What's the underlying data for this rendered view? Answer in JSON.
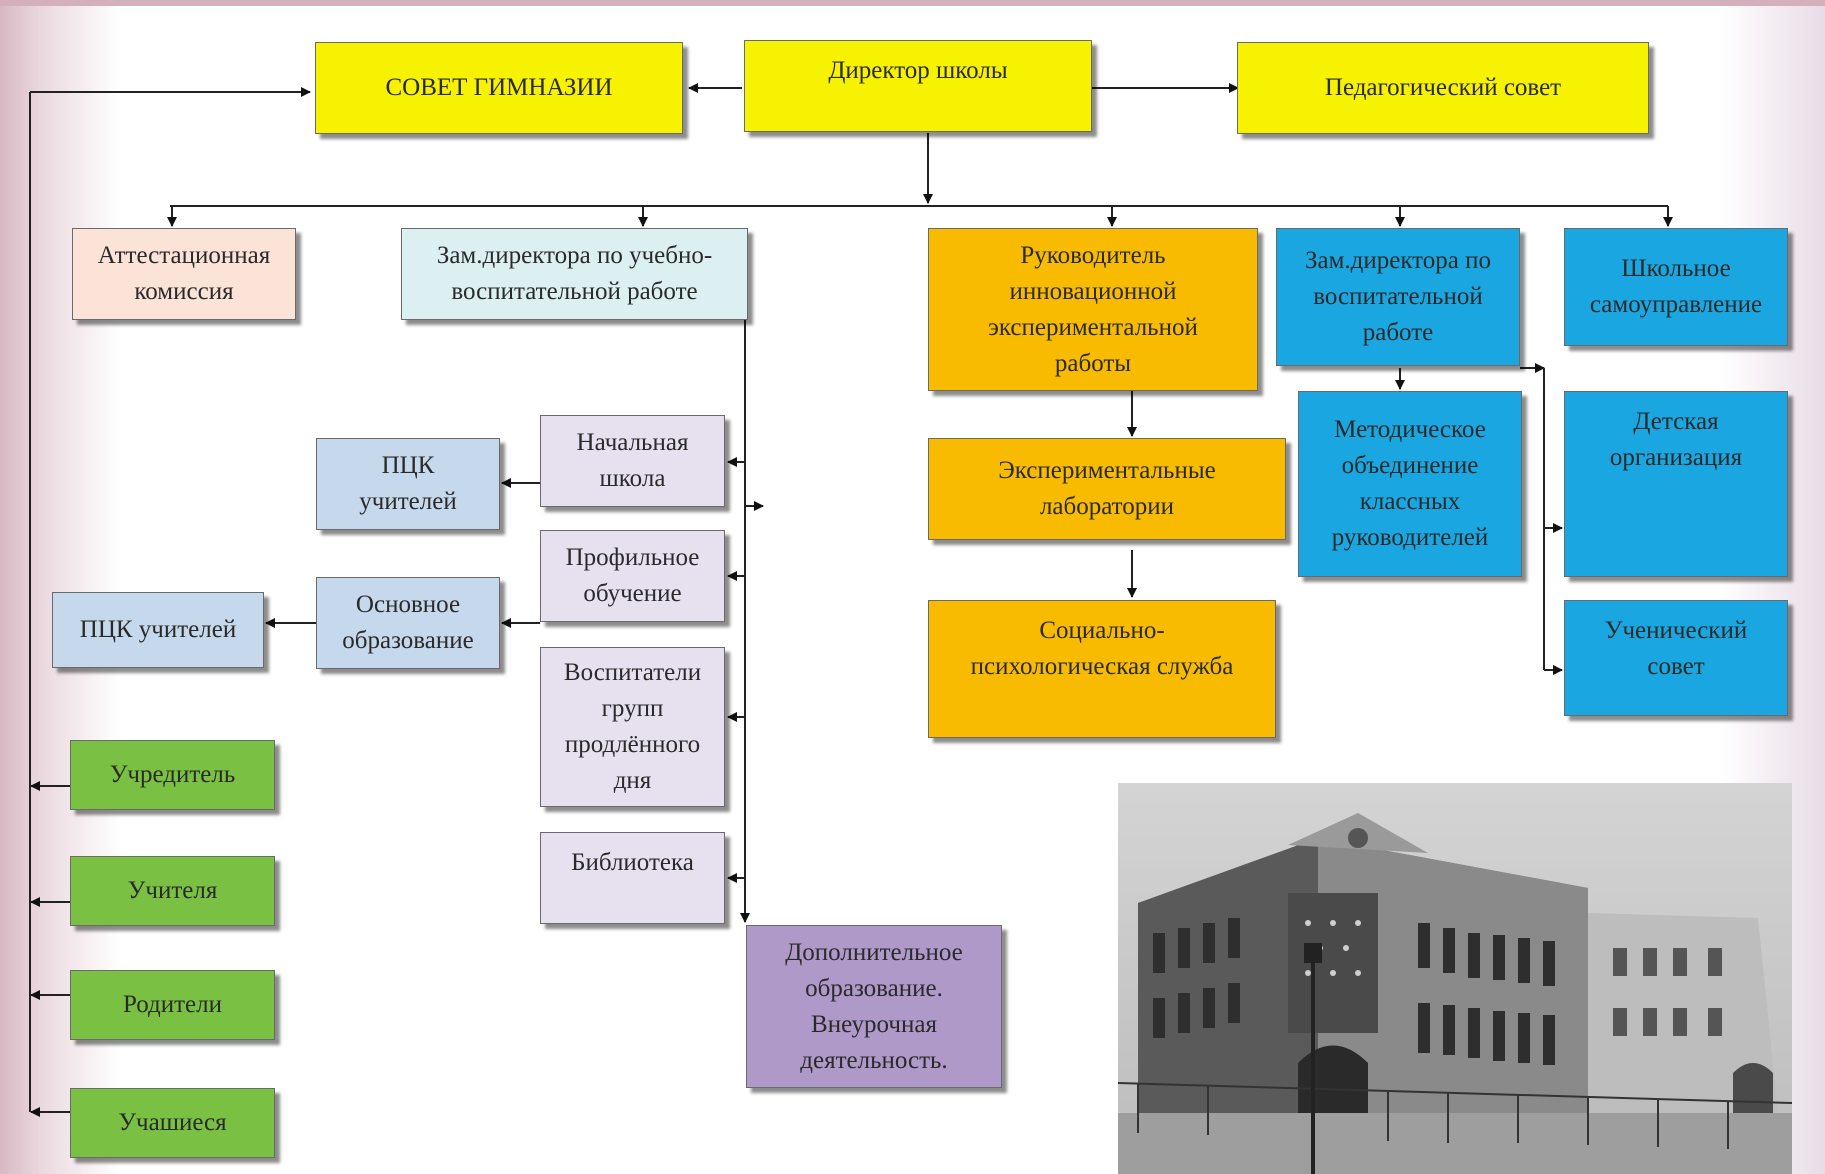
{
  "diagram": {
    "nodes": {
      "sovet_gimnazii": "СОВЕТ ГИМНАЗИИ",
      "direktor": "Директор школы",
      "ped_sovet": "Педагогический совет",
      "attest": "Аттестационная\nкомиссия",
      "zam_uvr": "Зам.директора по учебно-\nвоспитательной работе",
      "ruk_innov": "Руководитель\nинновационной\nэкспериментальной\nработы",
      "zam_vr": "Зам.директора по\nвоспитательной\nработе",
      "samoupr": "Школьное\nсамоуправление",
      "nach_shkola": "Начальная\nшкола",
      "pck1": "ПЦК\nучителей",
      "profil": "Профильное\nобучение",
      "osnovnoe": "Основное\nобразование",
      "pck2": "ПЦК учителей",
      "vospit": "Воспитатели\nгрупп\nпродлённого\nдня",
      "biblio": "Библиотека",
      "dop_obr": "Дополнительное\nобразование.\nВнеурочная\nдеятельность.",
      "eksp_lab": "Экспериментальные\nлаборатории",
      "soc_psych": "Социально-\nпсихологическая служба",
      "metod": "Методическое\nобъединение\nклассных\nруководителей",
      "det_org": "Детская\nорганизация",
      "uch_sovet": "Ученический\nсовет",
      "uchreditel": "Учредитель",
      "uchitelya": "Учителя",
      "roditeli": "Родители",
      "uchashiesya": "Учашиеся"
    },
    "colors": {
      "yellow": "#f7f200",
      "orange": "#f8bb00",
      "blue": "#1aa6e0",
      "green": "#7ac143",
      "purple": "#ae99c8",
      "lavender": "#e6e0ef",
      "pale_blue": "#c6d8ec",
      "peach": "#fbe3d8",
      "light_cyan": "#dcf0f2"
    }
  },
  "photo": {
    "subject": "school-building-photo"
  }
}
